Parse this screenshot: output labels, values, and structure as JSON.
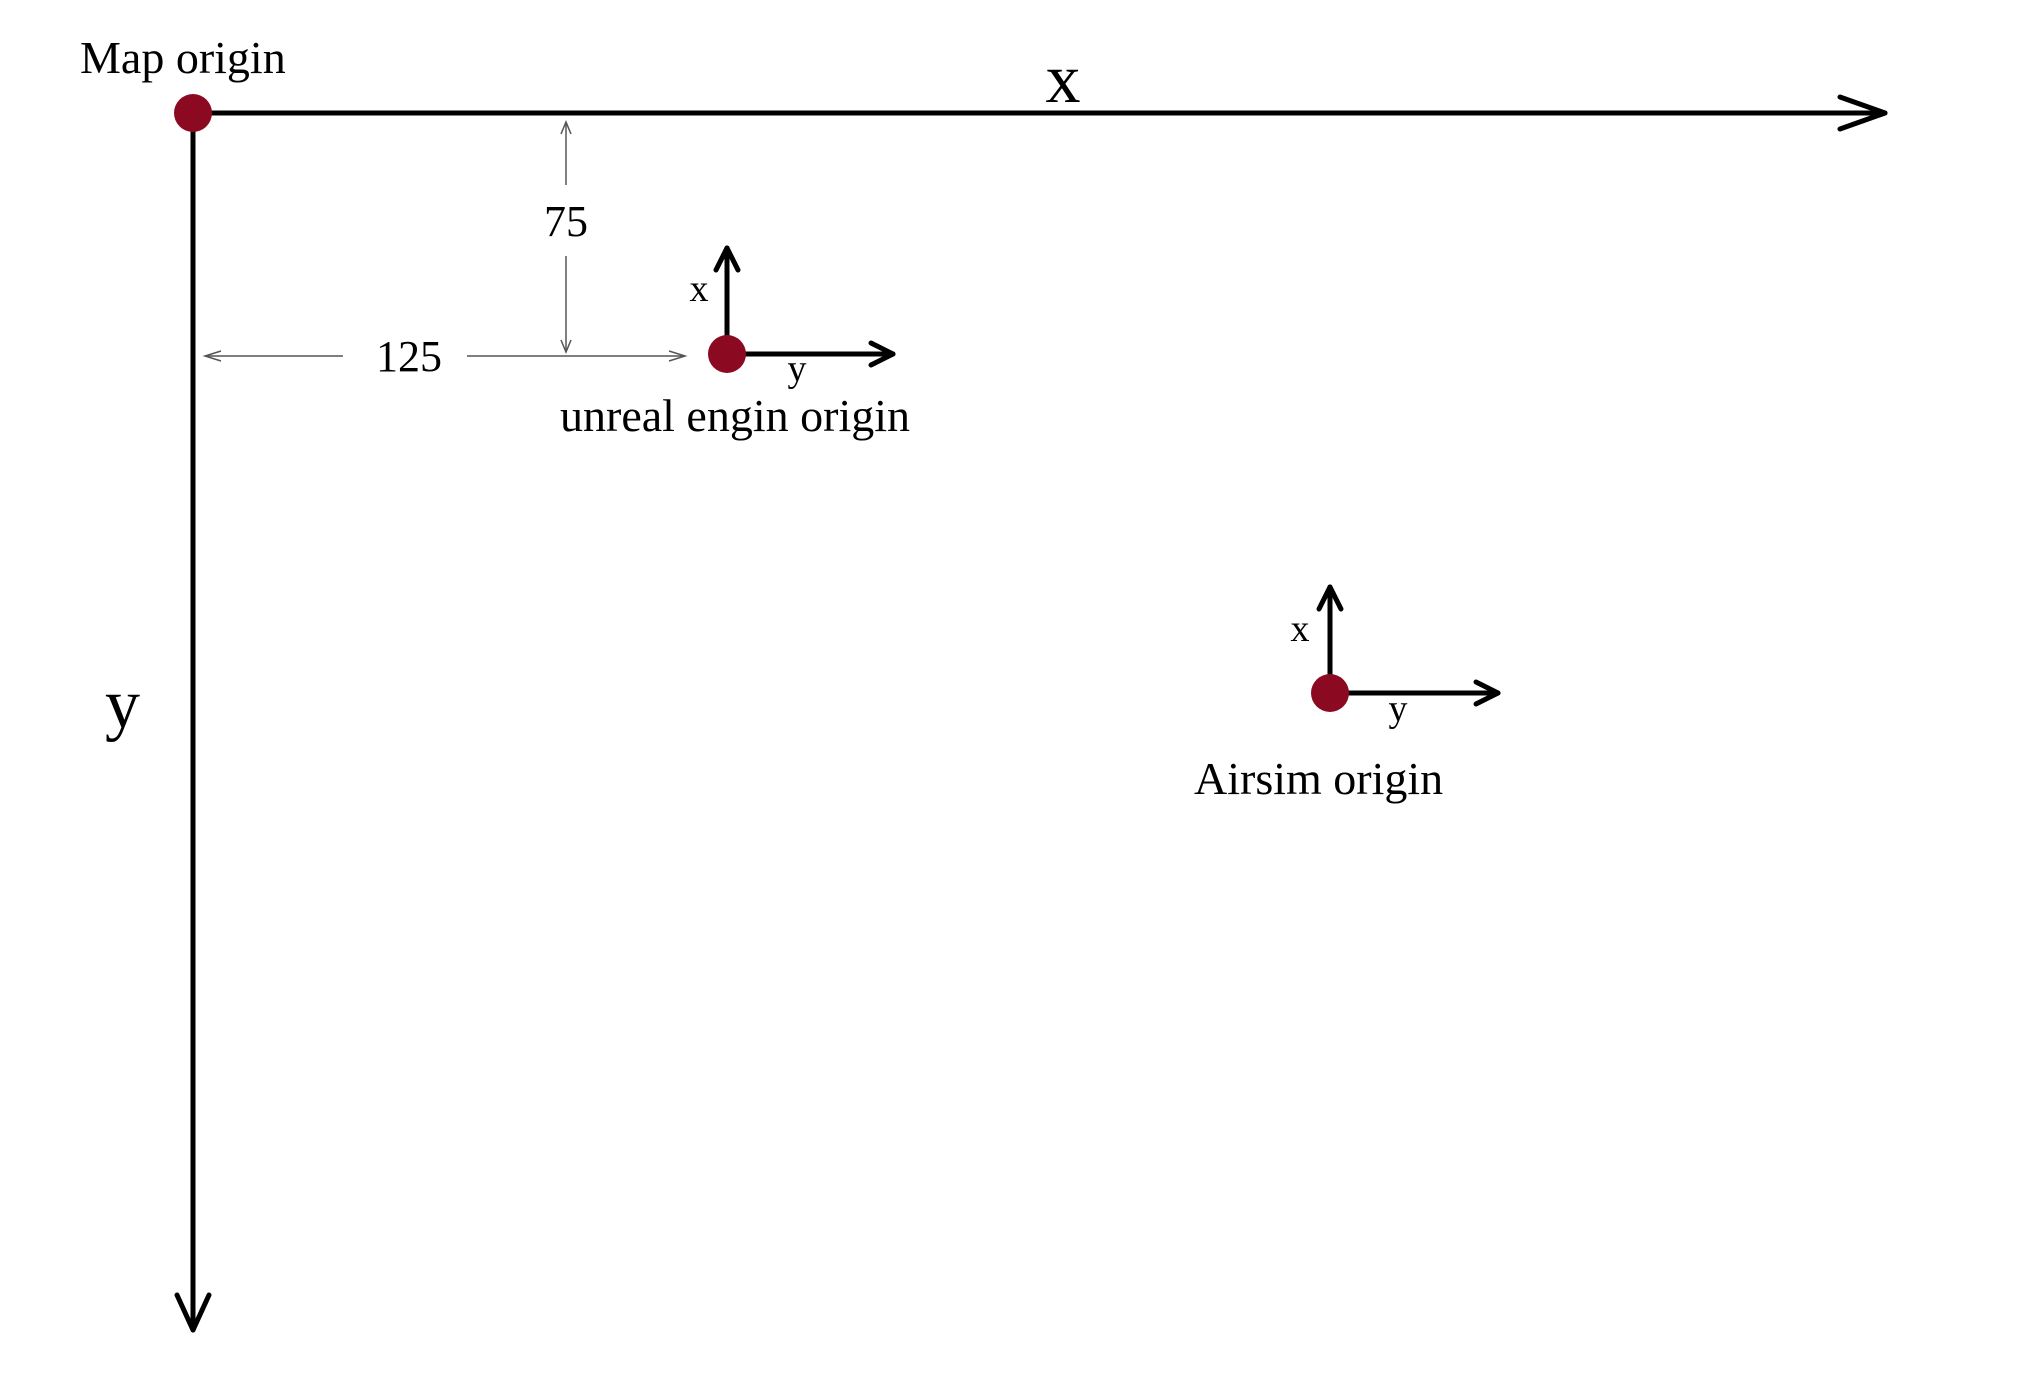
{
  "diagram": {
    "map_origin_label": "Map origin",
    "map_x_axis_label": "x",
    "map_y_axis_label": "y",
    "offset_vertical_label": "75",
    "offset_horizontal_label": "125",
    "unreal_origin": {
      "x_label": "x",
      "y_label": "y",
      "name": "unreal engin origin"
    },
    "airsim_origin": {
      "x_label": "x",
      "y_label": "y",
      "name": "Airsim origin"
    }
  },
  "colors": {
    "origin_dot": "#8b0a22",
    "lines": "#000000",
    "dimension_lines": "#555555",
    "background": "#ffffff"
  }
}
